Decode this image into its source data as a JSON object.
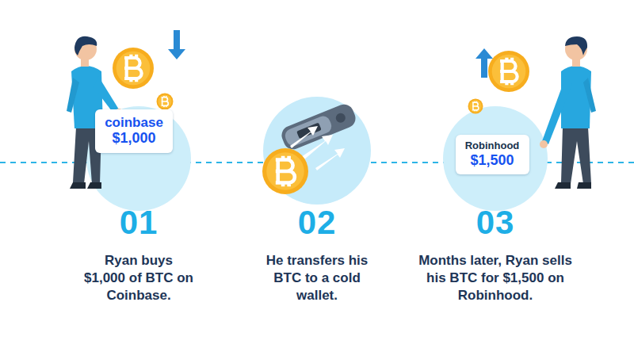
{
  "diagram": {
    "nodes": [
      {
        "text": [
          "coinbase",
          "$1,000"
        ]
      },
      {
        "text": [
          "Robinhood",
          "$1,500"
        ]
      }
    ],
    "labels": [
      "01",
      "Ryan buys $1,000 of BTC on Coinbase.",
      "02",
      "He transfers his BTC to a cold wallet.",
      "03",
      "Months later, Ryan sells his BTC for $1,500 on Robinhood."
    ]
  }
}
